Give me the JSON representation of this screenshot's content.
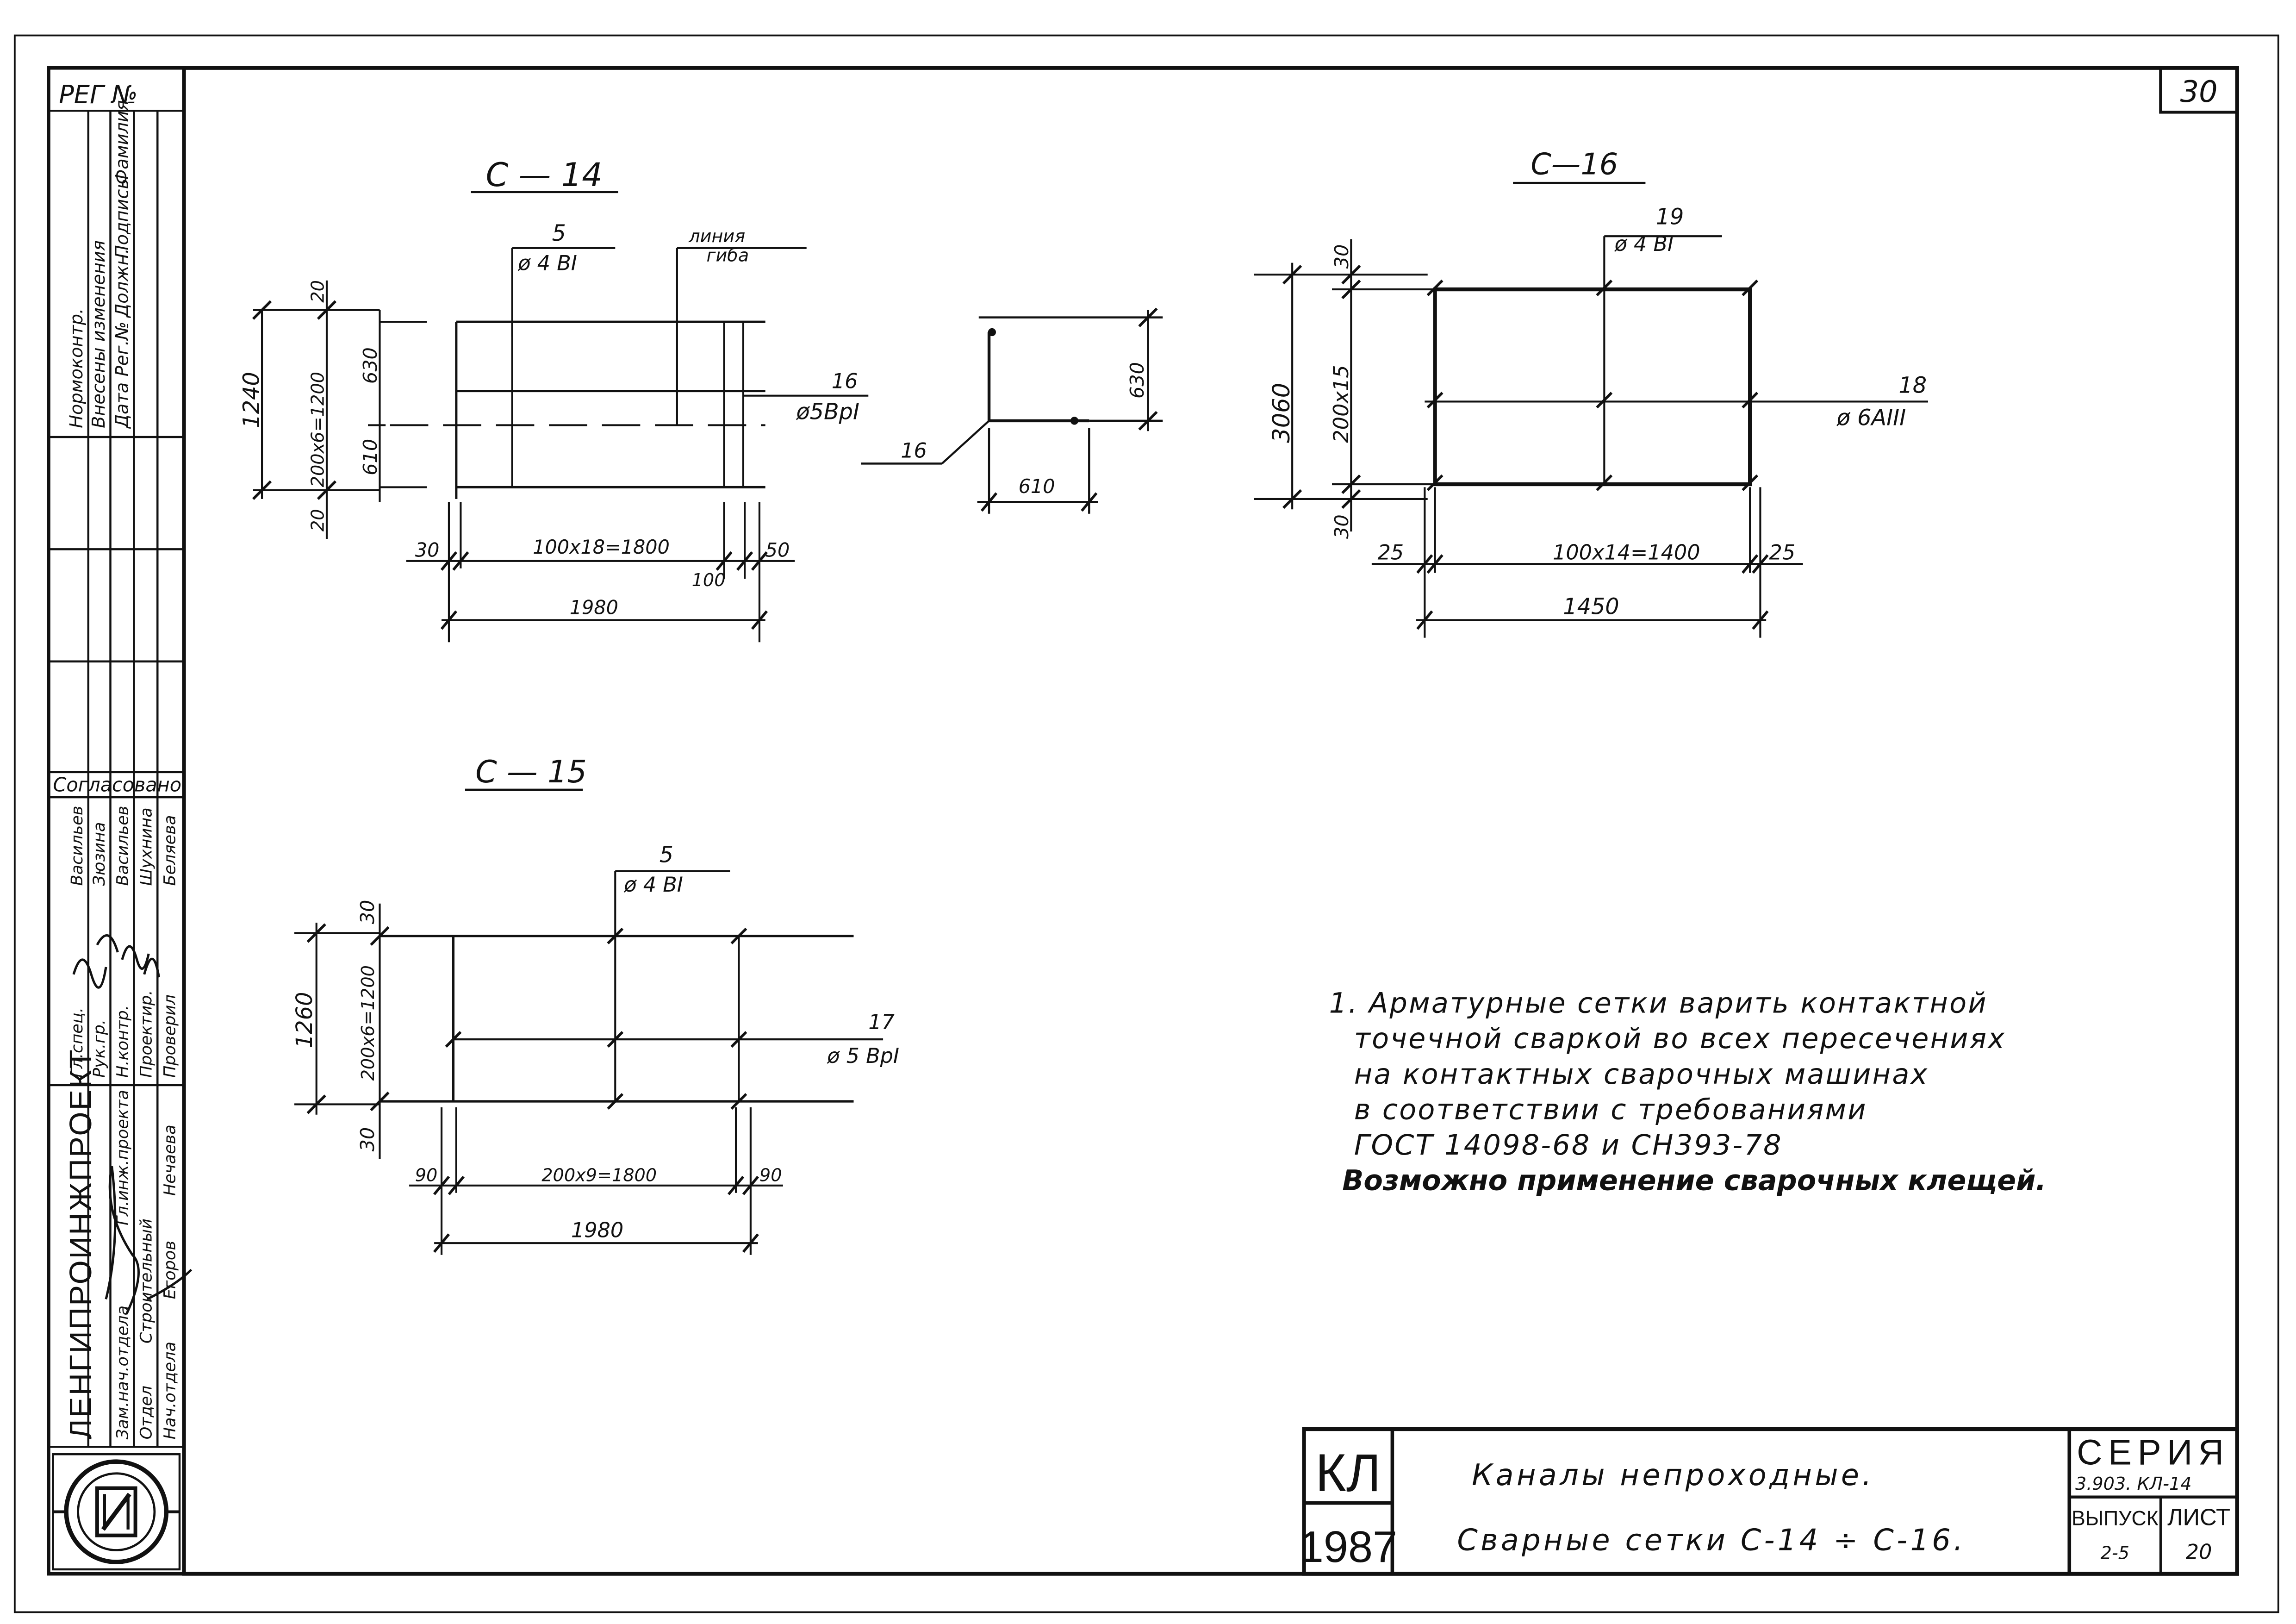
{
  "sheet_number": "30",
  "drawings": {
    "c14": {
      "title": "C — 14",
      "bar_vertical": {
        "num": "5",
        "spec": "ø 4 BI"
      },
      "bend_label": [
        "линия",
        "гиба"
      ],
      "bar_horizontal": {
        "num": "16",
        "spec": "ø5BpI"
      },
      "dim_total_h": "1240",
      "dim_pitch_v": "200x6=1200",
      "dim_top": "20",
      "dim_bottom": "20",
      "dim_630": "630",
      "dim_610": "610",
      "dim_left": "30",
      "dim_pitch_h": "100x18=1800",
      "dim_right": "50",
      "dim_100": "100",
      "dim_total_w": "1980"
    },
    "c14_bend": {
      "num": "16",
      "dim_630": "630",
      "dim_610": "610"
    },
    "c15": {
      "title": "C — 15",
      "bar_vertical": {
        "num": "5",
        "spec": "ø 4 BI"
      },
      "bar_horizontal": {
        "num": "17",
        "spec": "ø 5 BpI"
      },
      "dim_total_h": "1260",
      "dim_pitch_v": "200x6=1200",
      "dim_top": "30",
      "dim_bottom": "30",
      "dim_left": "90",
      "dim_pitch_h": "200x9=1800",
      "dim_right": "90",
      "dim_total_w": "1980"
    },
    "c16": {
      "title": "C—16",
      "bar_vertical": {
        "num": "19",
        "spec": "ø 4 BI"
      },
      "bar_horizontal": {
        "num": "18",
        "spec": "ø 6AIII"
      },
      "dim_total_h": "3060",
      "dim_pitch_v": "200x15",
      "dim_top": "30",
      "dim_bottom": "30",
      "dim_left": "25",
      "dim_pitch_h": "100x14=1400",
      "dim_right": "25",
      "dim_total_w": "1450"
    }
  },
  "notes": [
    "1. Арматурные сетки варить контактной",
    "точечной сваркой во всех пересечениях",
    "на контактных сварочных машинах",
    "в соответствии с требованиями",
    "ГОСТ 14098-68 и СН393-78",
    "Возможно применение сварочных клещей."
  ],
  "sidebar": {
    "reg": "РЕГ №",
    "changes": [
      "Нормоконтр.",
      "Внесены изменения",
      "Дата",
      "Рег.№",
      "Должн.",
      "Подпись",
      "Фамилия"
    ],
    "approved": "Согласовано",
    "approvers": [
      "Васильев",
      "Зюзина",
      "Васильев",
      "Шухнина",
      "Беляева"
    ],
    "org": "ЛЕНГИПРОИНЖПРОЕКТ",
    "roles": [
      "Гл.спец.",
      "Рук.гр.",
      "Н.контр.",
      "Проектир.",
      "Проверил"
    ],
    "dept": [
      "Нач.отдела",
      "Отдел",
      "Строительный",
      "Гл.инж.проекта",
      "Зам.нач.отдела"
    ],
    "names": [
      "Нечаева",
      "Егоров"
    ]
  },
  "title_block": {
    "code": "КЛ",
    "year": "1987",
    "title_line1": "Каналы непроходные.",
    "title_line2": "Сварные сетки  C-14 ÷ C-16.",
    "series_label": "СЕРИЯ",
    "series_value": "3.903. КЛ-14",
    "issue_label": "ВЫПУСК",
    "issue_value": "2-5",
    "sheet_label": "ЛИСТ",
    "sheet_value": "20"
  }
}
